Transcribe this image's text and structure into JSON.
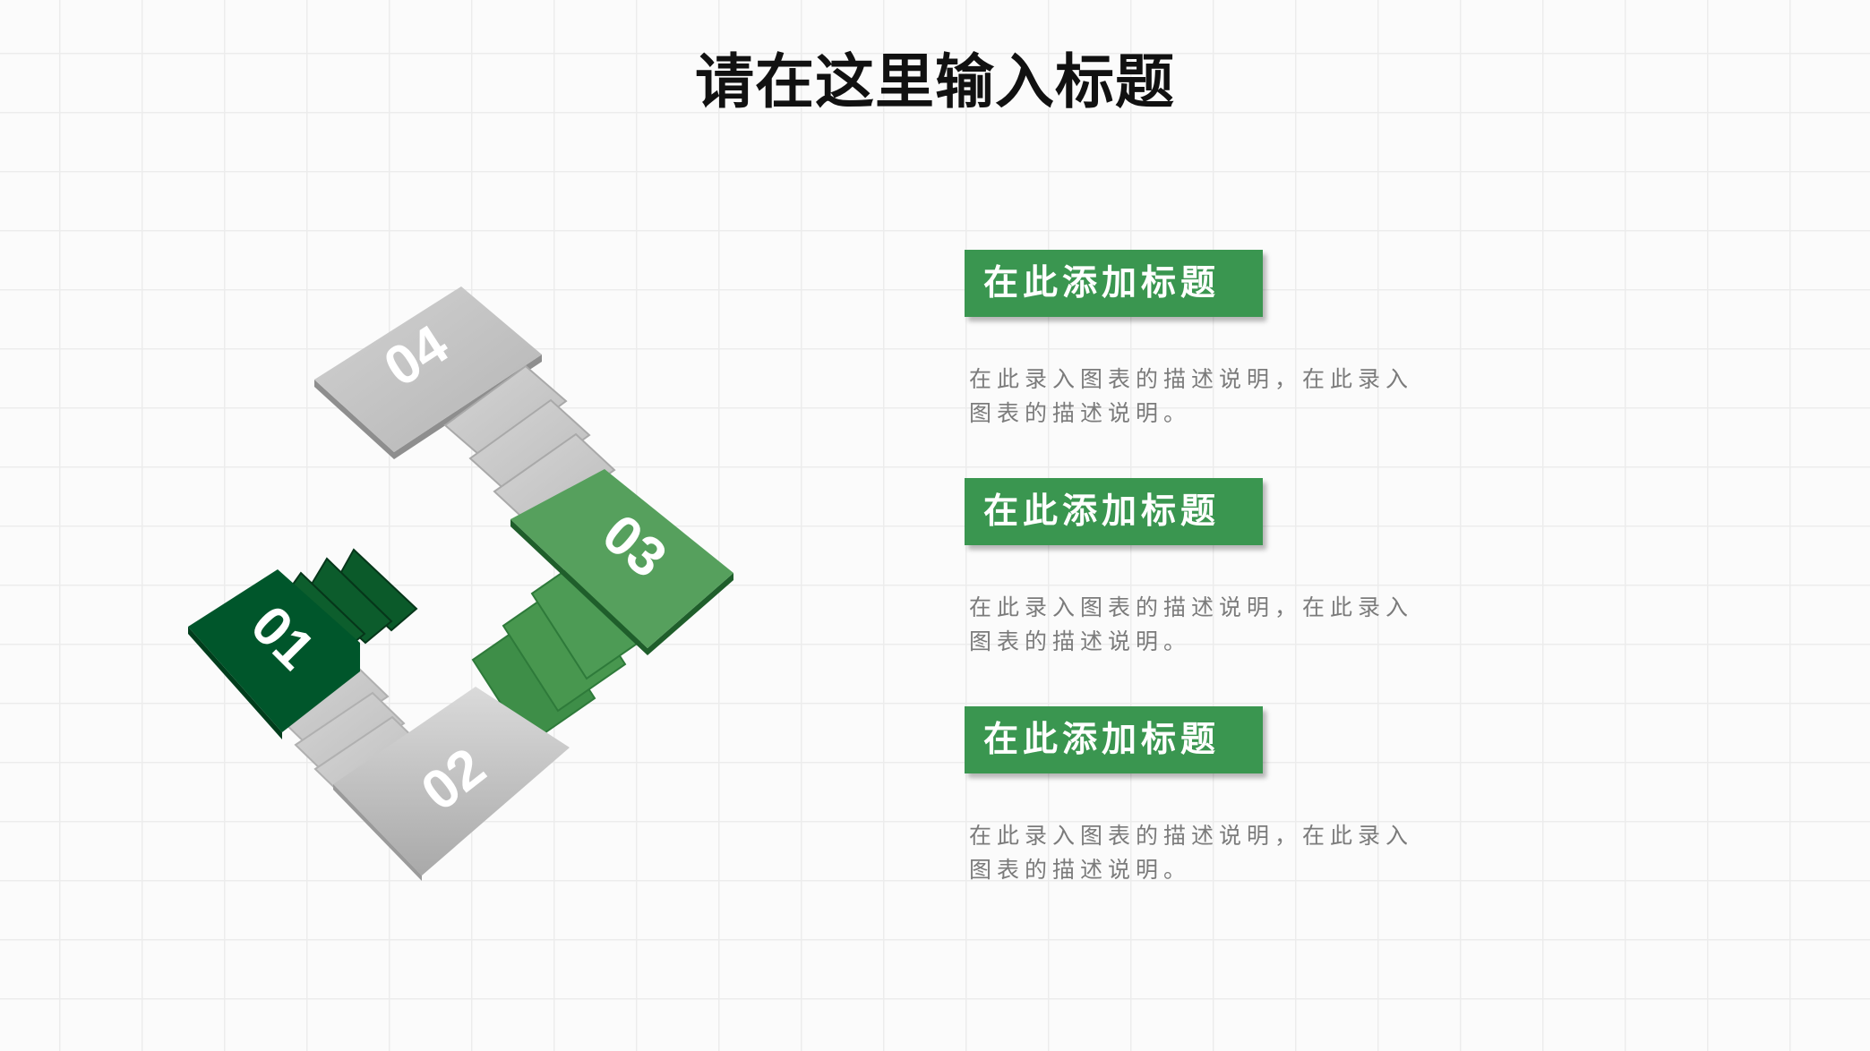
{
  "slide": {
    "title": "请在这里输入标题",
    "steps": [
      {
        "number": "01",
        "color": "#00562b"
      },
      {
        "number": "02",
        "color": "#c6c6c6"
      },
      {
        "number": "03",
        "color": "#56a05d"
      },
      {
        "number": "04",
        "color": "#c4c4c4"
      }
    ],
    "blocks": [
      {
        "title": "在此添加标题",
        "description": "在此录入图表的描述说明，在此录入图表的描述说明。"
      },
      {
        "title": "在此添加标题",
        "description": "在此录入图表的描述说明，在此录入图表的描述说明。"
      },
      {
        "title": "在此添加标题",
        "description": "在此录入图表的描述说明，在此录入图表的描述说明。"
      }
    ],
    "colors": {
      "accent": "#3a9650",
      "dark_green": "#00562b",
      "gray": "#c6c6c6",
      "text": "#7b7b7b"
    }
  }
}
